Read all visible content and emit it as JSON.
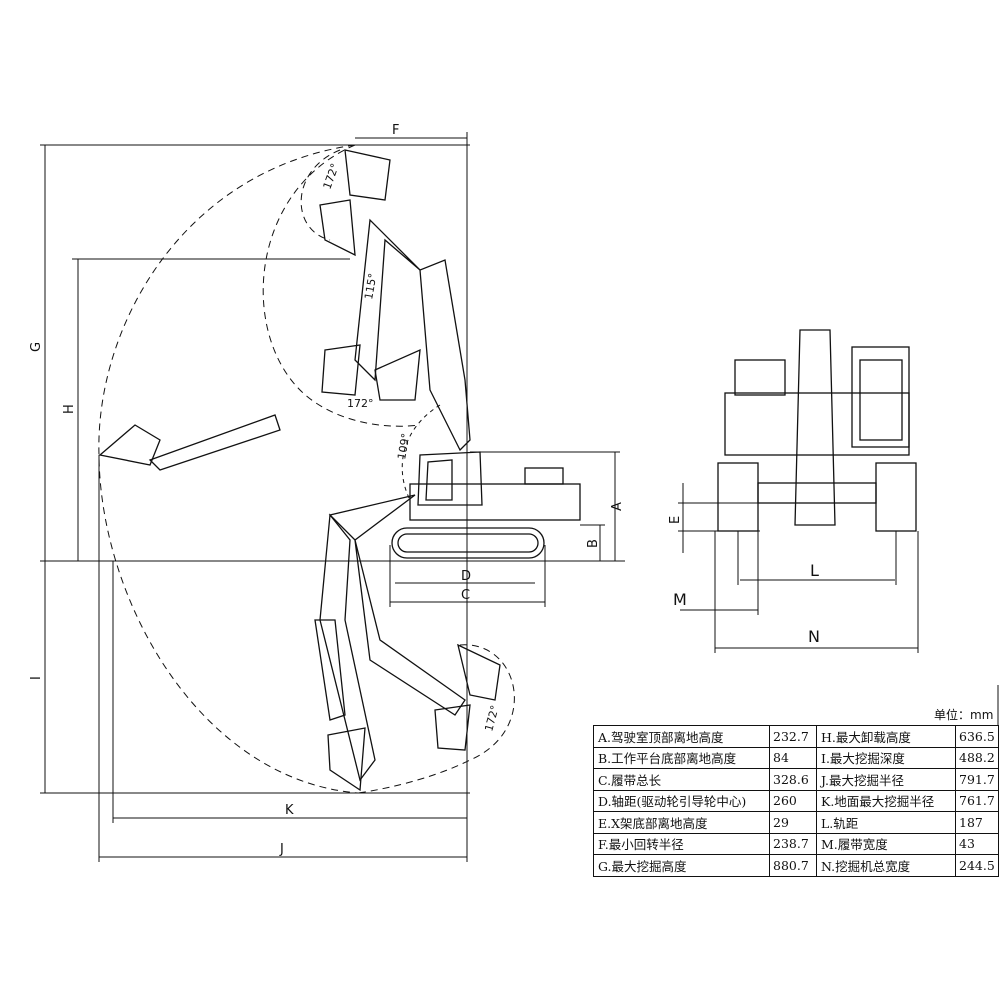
{
  "dimension_labels": {
    "A": "A",
    "B": "B",
    "C": "C",
    "D": "D",
    "E": "E",
    "F": "F",
    "G": "G",
    "H": "H",
    "I": "I",
    "J": "J",
    "K": "K",
    "L": "L",
    "M": "M",
    "N": "N"
  },
  "angles": [
    "172°",
    "115°",
    "172°",
    "109°",
    "172°"
  ],
  "unit_label": "单位：mm",
  "spec_table": [
    {
      "label": "A.驾驶室顶部离地高度",
      "value": "232.7",
      "label2": "H.最大卸载高度",
      "value2": "636.5"
    },
    {
      "label": "B.工作平台底部离地高度",
      "value": "84",
      "label2": "I.最大挖掘深度",
      "value2": "488.2"
    },
    {
      "label": "C.履带总长",
      "value": "328.6",
      "label2": "J.最大挖掘半径",
      "value2": "791.7"
    },
    {
      "label": "D.轴距(驱动轮引导轮中心)",
      "value": "260",
      "label2": "K.地面最大挖掘半径",
      "value2": "761.7"
    },
    {
      "label": "E.X架底部离地高度",
      "value": "29",
      "label2": "L.轨距",
      "value2": "187"
    },
    {
      "label": "F.最小回转半径",
      "value": "238.7",
      "label2": "M.履带宽度",
      "value2": "43"
    },
    {
      "label": "G.最大挖掘高度",
      "value": "880.7",
      "label2": "N.挖掘机总宽度",
      "value2": "244.5"
    }
  ]
}
